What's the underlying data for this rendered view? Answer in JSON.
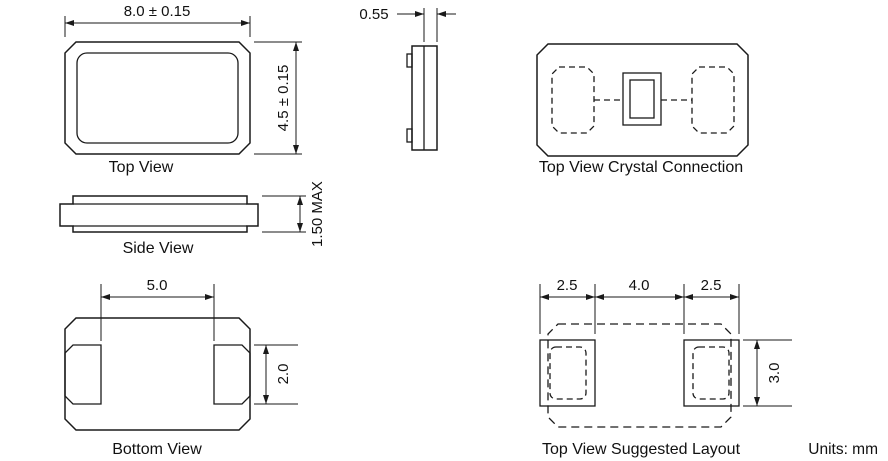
{
  "units_label": "Units: mm",
  "views": {
    "top_view": {
      "label": "Top View",
      "dim_width": "8.0 ± 0.15",
      "dim_height": "4.5 ± 0.15"
    },
    "end_view": {
      "dim_lid": "0.55"
    },
    "crystal_connection": {
      "label": "Top View Crystal Connection"
    },
    "side_view": {
      "label": "Side View",
      "dim_height": "1.50 MAX"
    },
    "bottom_view": {
      "label": "Bottom View",
      "dim_pad_span": "5.0",
      "dim_pad_height": "2.0"
    },
    "suggested_layout": {
      "label": "Top View Suggested Layout",
      "dim_pad_left": "2.5",
      "dim_gap": "4.0",
      "dim_pad_right": "2.5",
      "dim_pad_height": "3.0"
    }
  }
}
